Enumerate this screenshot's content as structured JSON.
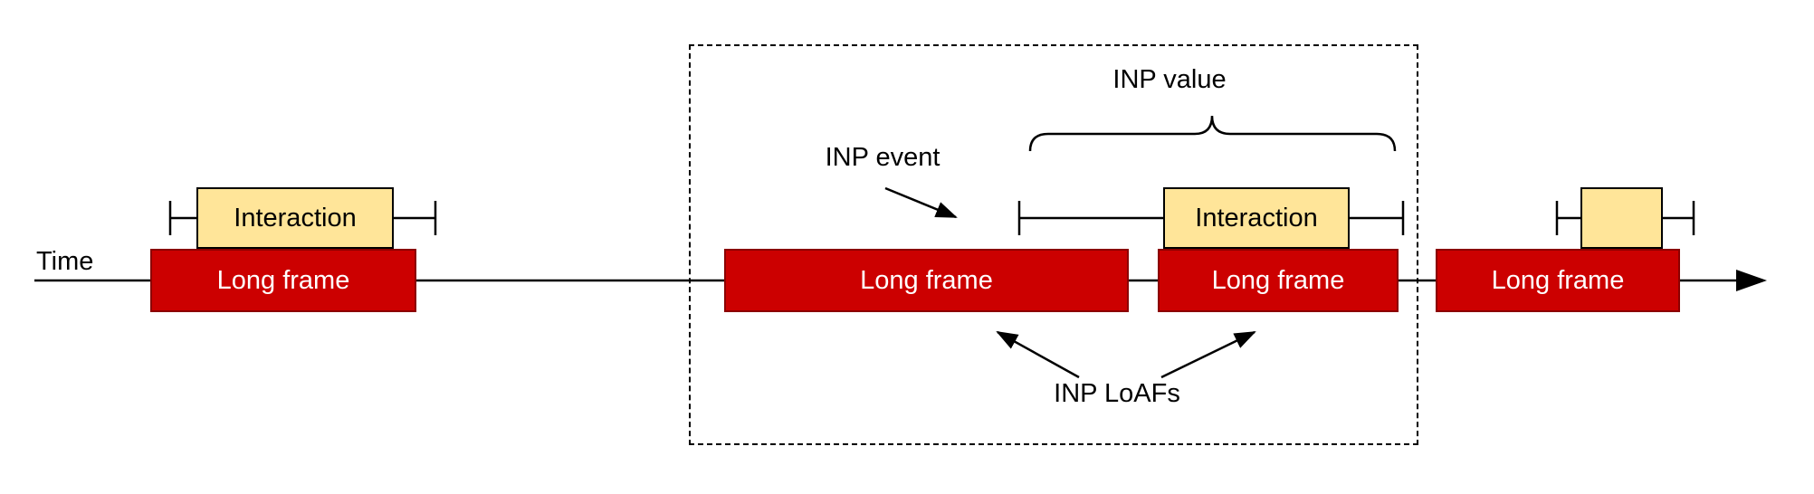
{
  "diagram": {
    "time_label": "Time",
    "frames": [
      {
        "label": "Long frame"
      },
      {
        "label": "Long frame"
      },
      {
        "label": "Long frame"
      },
      {
        "label": "Long frame"
      }
    ],
    "interactions": [
      {
        "label": "Interaction"
      },
      {
        "label": "Interaction"
      },
      {
        "label": ""
      }
    ],
    "annotations": {
      "inp_event": "INP event",
      "inp_value": "INP value",
      "inp_loafs": "INP LoAFs"
    },
    "colors": {
      "frame_fill": "#cc0000",
      "frame_border": "#8b0000",
      "interaction_fill": "#ffe599",
      "interaction_border": "#000000",
      "line": "#000000"
    }
  }
}
